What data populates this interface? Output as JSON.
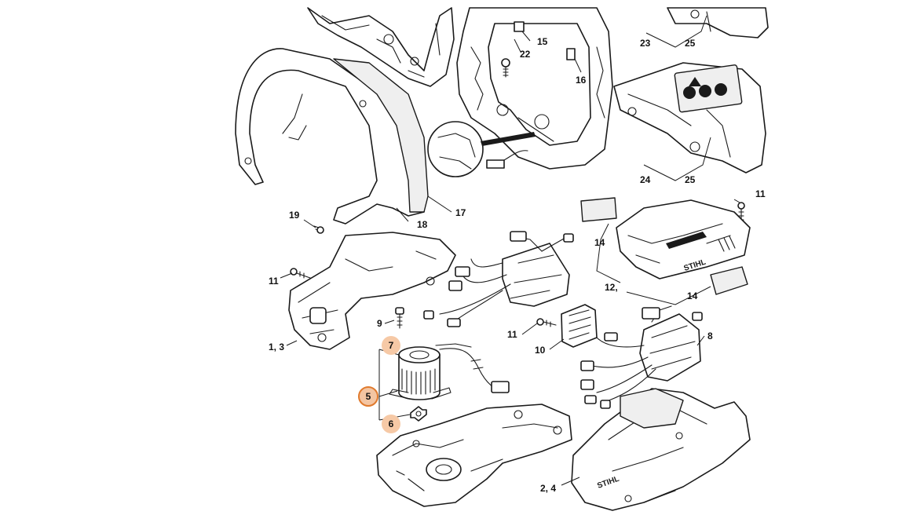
{
  "brand_label": "STIHL",
  "highlight_color": "#f6c9a6",
  "active_highlight_color": "#e07a2d",
  "callouts": [
    {
      "id": "c22",
      "text": "22"
    },
    {
      "id": "c15",
      "text": "15"
    },
    {
      "id": "c16",
      "text": "16"
    },
    {
      "id": "c23",
      "text": "23"
    },
    {
      "id": "c25a",
      "text": "25"
    },
    {
      "id": "c24",
      "text": "24"
    },
    {
      "id": "c25b",
      "text": "25"
    },
    {
      "id": "c17",
      "text": "17"
    },
    {
      "id": "c18",
      "text": "18"
    },
    {
      "id": "c19",
      "text": "19"
    },
    {
      "id": "c11a",
      "text": "11"
    },
    {
      "id": "c11b",
      "text": "11"
    },
    {
      "id": "c11c",
      "text": "11"
    },
    {
      "id": "c13",
      "text": "1, 3"
    },
    {
      "id": "c9",
      "text": "9"
    },
    {
      "id": "c10",
      "text": "10"
    },
    {
      "id": "c14a",
      "text": "14"
    },
    {
      "id": "c14b",
      "text": "14"
    },
    {
      "id": "c12",
      "text": "12,"
    },
    {
      "id": "c8",
      "text": "8"
    },
    {
      "id": "c7",
      "text": "7",
      "highlighted": true
    },
    {
      "id": "c5",
      "text": "5",
      "highlighted": true,
      "active": true
    },
    {
      "id": "c6",
      "text": "6",
      "highlighted": true
    },
    {
      "id": "c24b",
      "text": "2, 4"
    }
  ]
}
